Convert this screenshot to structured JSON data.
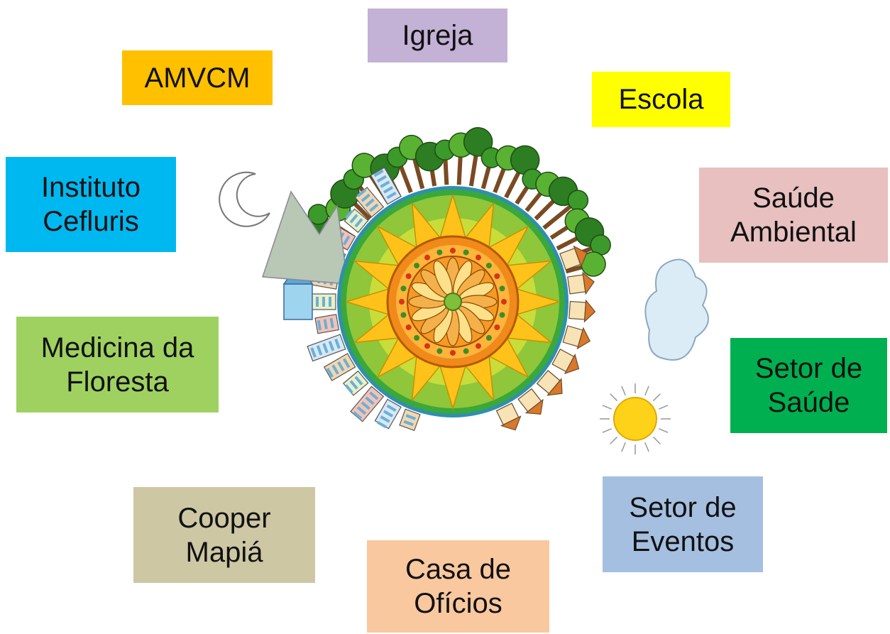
{
  "sectors": [
    {
      "id": "igreja",
      "label": "Igreja",
      "color": "#c3b1d6"
    },
    {
      "id": "amvcm",
      "label": "AMVCM",
      "color": "#ffc000"
    },
    {
      "id": "escola",
      "label": "Escola",
      "color": "#ffff00"
    },
    {
      "id": "instituto-cefluris",
      "label": "Instituto\nCefluris",
      "color": "#00b8f0"
    },
    {
      "id": "saude-ambiental",
      "label": "Saúde\nAmbiental",
      "color": "#e8c0c0"
    },
    {
      "id": "medicina-da-floresta",
      "label": "Medicina da\nFloresta",
      "color": "#9fd161"
    },
    {
      "id": "setor-de-saude",
      "label": "Setor de\nSaúde",
      "color": "#00b050"
    },
    {
      "id": "cooper-mapia",
      "label": "Cooper\nMapiá",
      "color": "#cdc7a4"
    },
    {
      "id": "setor-de-eventos",
      "label": "Setor de\nEventos",
      "color": "#a5bfe0"
    },
    {
      "id": "casa-de-oficios",
      "label": "Casa de\nOfícios",
      "color": "#f9c89f"
    }
  ],
  "illustration": {
    "globe_colors": {
      "outer": "#3aa83a",
      "inner": "#b8d630",
      "star": "#ffc21a",
      "mandala": "#f08a1a"
    },
    "icons": [
      "globe-icon",
      "mandala-icon",
      "moon-icon",
      "sun-icon",
      "cloud-icon",
      "tree-icon",
      "house-icon",
      "church-icon",
      "building-icon"
    ]
  }
}
